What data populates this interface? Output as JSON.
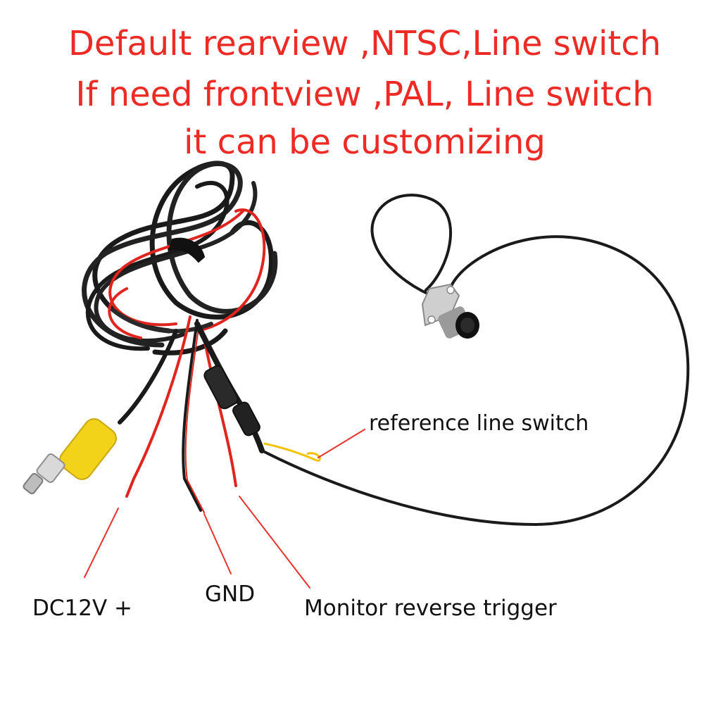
{
  "heading": {
    "line1": "Default rearview ,NTSC,Line switch",
    "line2": "If need frontview ,PAL, Line switch",
    "line3": "it can be customizing"
  },
  "labels": {
    "reference_line_switch": "reference line switch",
    "dc12v": "DC12V +",
    "gnd": "GND",
    "monitor_reverse_trigger": "Monitor reverse trigger"
  },
  "colors": {
    "heading_text": "#ee2a24",
    "pointer_line": "#e8332c",
    "cable_black": "#1a1a1a",
    "wire_red": "#e0241e",
    "rca_yellow": "#f3d21a",
    "connector_silver": "#c9c9c9",
    "sense_wire_yellow": "#f2c200"
  }
}
